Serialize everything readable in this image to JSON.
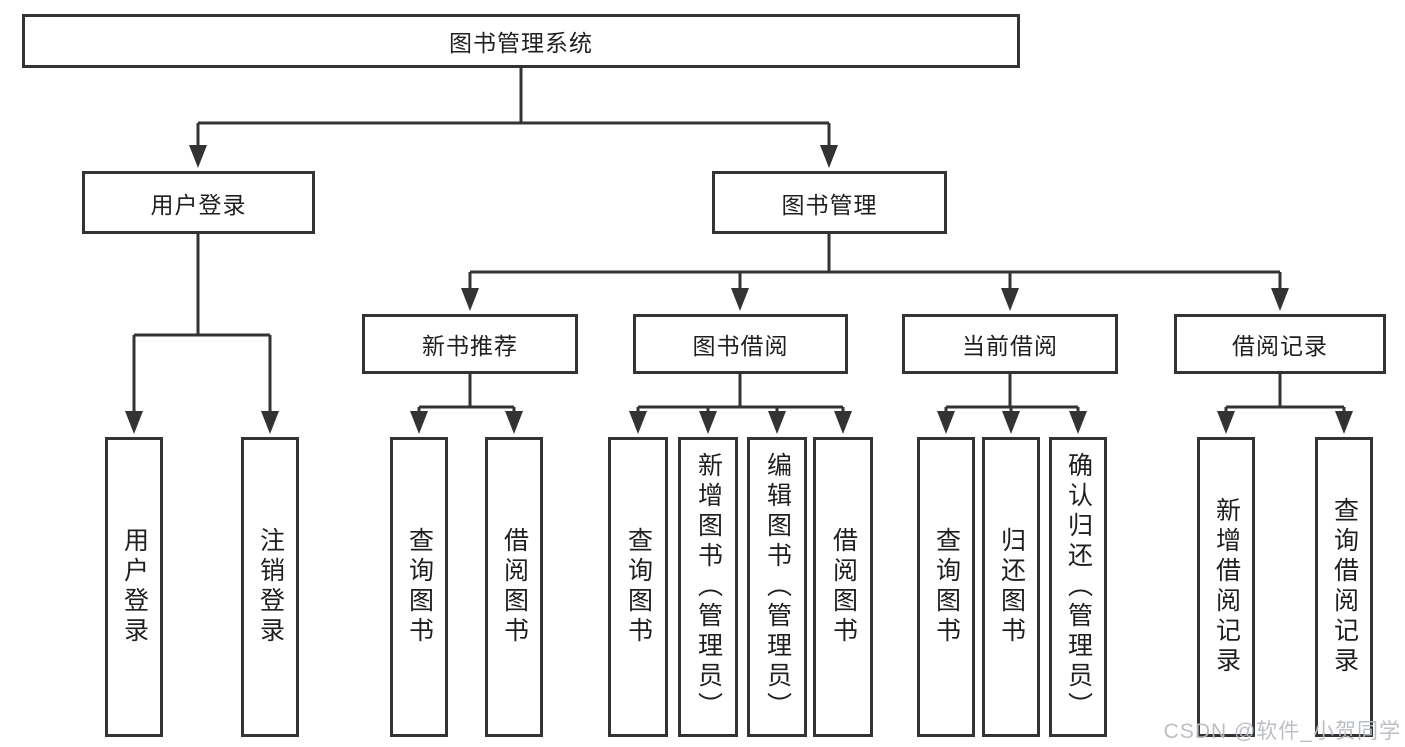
{
  "diagram": {
    "tree": {
      "label": "图书管理系统",
      "children": [
        {
          "label": "用户登录",
          "children": [
            {
              "label": "用户登录"
            },
            {
              "label": "注销登录"
            }
          ]
        },
        {
          "label": "图书管理",
          "children": [
            {
              "label": "新书推荐",
              "children": [
                {
                  "label": "查询图书"
                },
                {
                  "label": "借阅图书"
                }
              ]
            },
            {
              "label": "图书借阅",
              "children": [
                {
                  "label": "查询图书"
                },
                {
                  "label": "新增图书（管理员）"
                },
                {
                  "label": "编辑图书（管理员）"
                },
                {
                  "label": "借阅图书"
                }
              ]
            },
            {
              "label": "当前借阅",
              "children": [
                {
                  "label": "查询图书"
                },
                {
                  "label": "归还图书"
                },
                {
                  "label": "确认归还（管理员）"
                }
              ]
            },
            {
              "label": "借阅记录",
              "children": [
                {
                  "label": "新增借阅记录"
                },
                {
                  "label": "查询借阅记录"
                }
              ]
            }
          ]
        }
      ]
    }
  },
  "watermark": {
    "text": "CSDN @软件_小贺同学",
    "color": "#b7bcc1"
  },
  "colors": {
    "line": "#333333",
    "text": "#1f1f1f",
    "background": "#ffffff"
  }
}
